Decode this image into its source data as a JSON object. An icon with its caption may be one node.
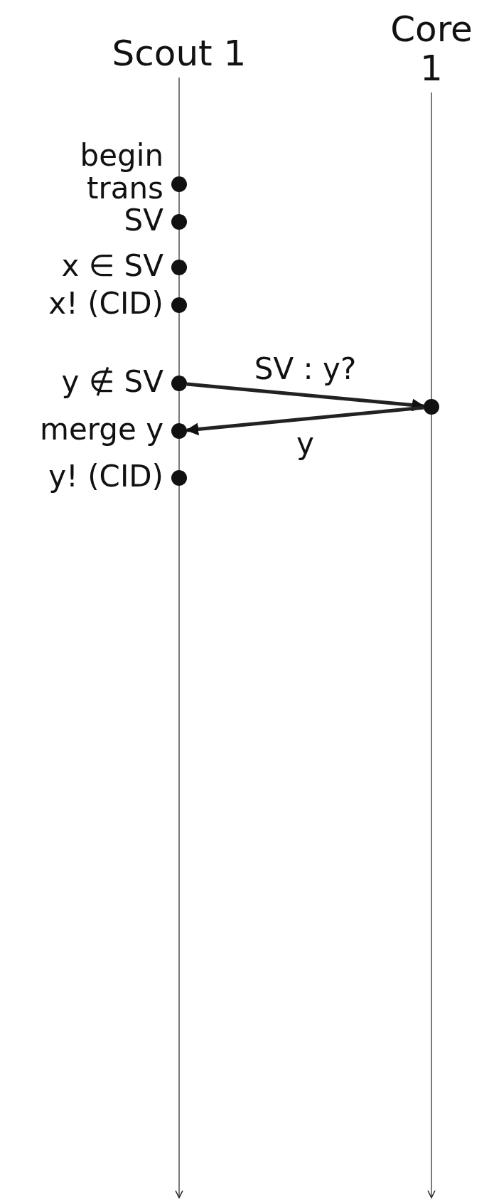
{
  "diagram": {
    "nodes": [
      {
        "text": [
          "Scout 1"
        ]
      },
      {
        "text": [
          "Core 1"
        ]
      },
      {
        "text": [],
        "shape": "circle",
        "beside": [
          "begin trans"
        ]
      },
      {
        "text": [],
        "shape": "circle",
        "beside": [
          "SV"
        ]
      },
      {
        "text": [],
        "shape": "circle",
        "beside": [
          "x ∈ SV"
        ]
      },
      {
        "text": [],
        "shape": "circle",
        "beside": [
          "x! (CID)"
        ]
      },
      {
        "text": [],
        "shape": "circle",
        "beside": [
          "y ∉ SV"
        ]
      },
      {
        "text": [],
        "shape": "circle"
      },
      {
        "text": [],
        "shape": "circle",
        "beside": [
          "merge y"
        ]
      },
      {
        "text": [],
        "shape": "circle",
        "beside": [
          "y! (CID)"
        ]
      }
    ],
    "edges": [
      {
        "from": 0,
        "to": null,
        "arrow": "to"
      },
      {
        "from": 1,
        "to": null,
        "arrow": "to"
      },
      {
        "from": 6,
        "to": 7,
        "arrow": "to",
        "label": "SV : y?",
        "style": "thick"
      },
      {
        "from": 7,
        "to": 8,
        "arrow": "to",
        "label": "y",
        "style": "thick"
      }
    ]
  }
}
